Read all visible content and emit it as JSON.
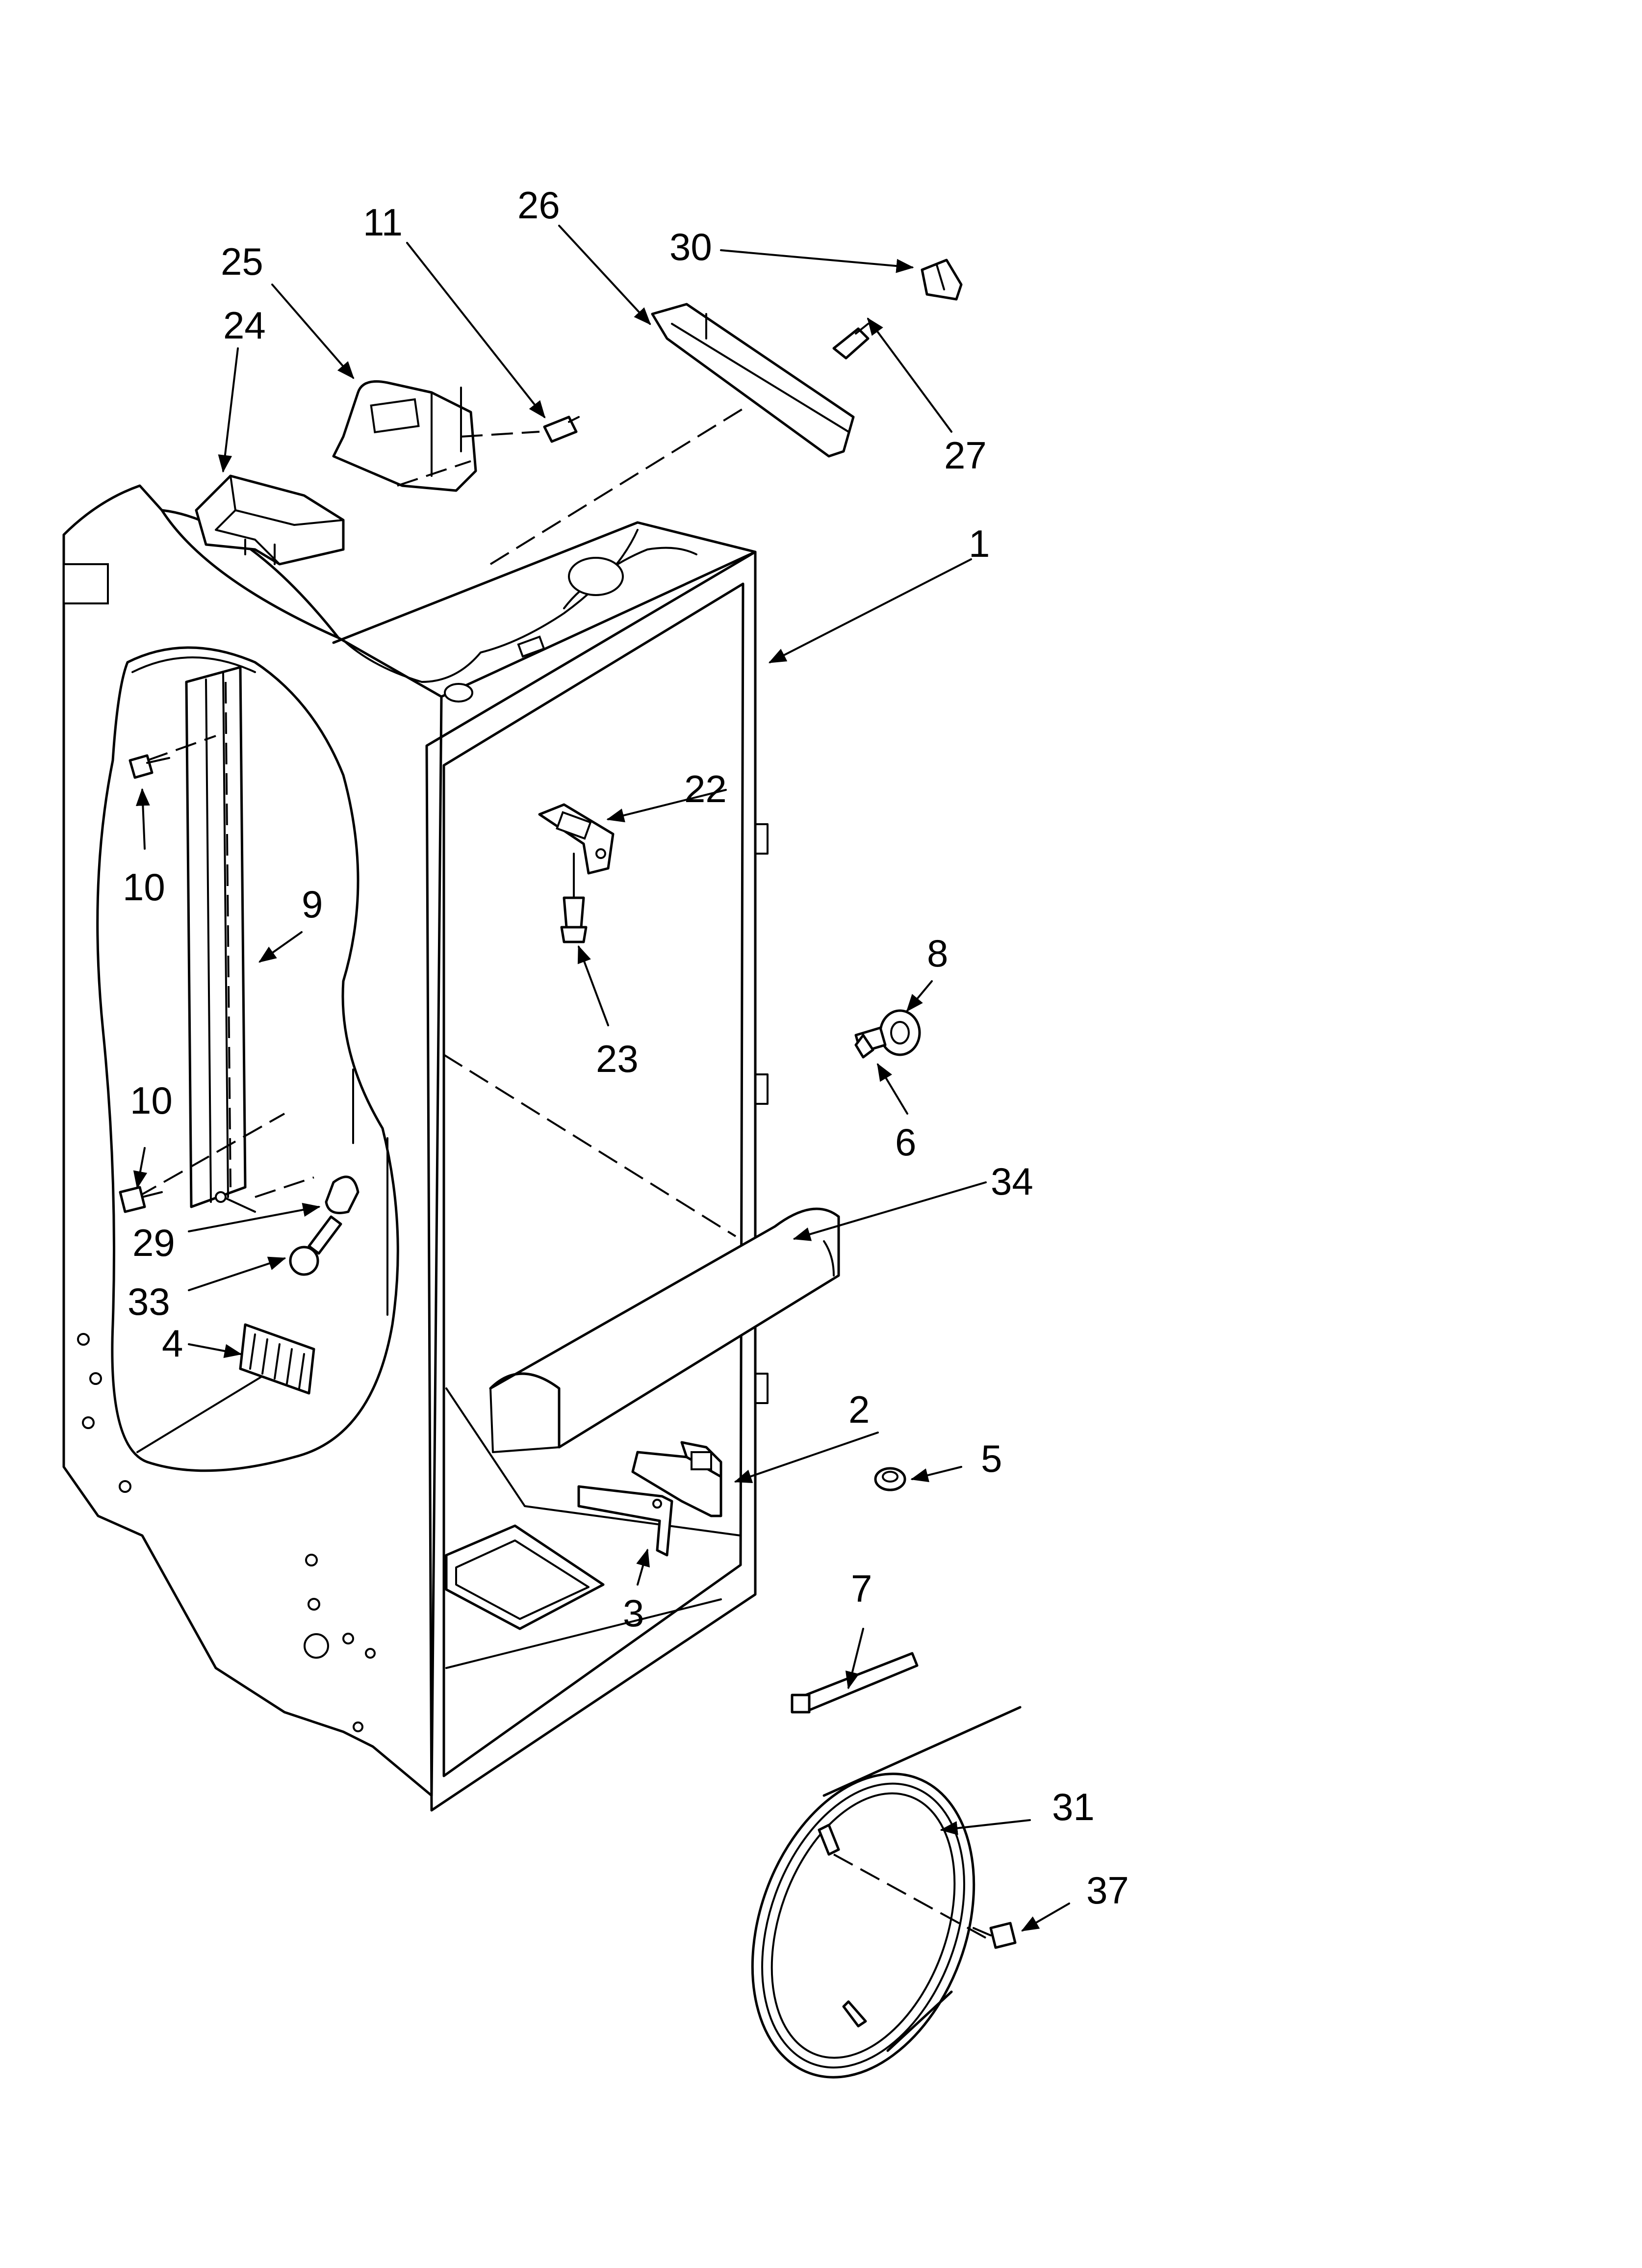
{
  "diagram": {
    "callouts": [
      {
        "id": "c1",
        "label": "1"
      },
      {
        "id": "c2",
        "label": "2"
      },
      {
        "id": "c3",
        "label": "3"
      },
      {
        "id": "c4",
        "label": "4"
      },
      {
        "id": "c5",
        "label": "5"
      },
      {
        "id": "c6",
        "label": "6"
      },
      {
        "id": "c7",
        "label": "7"
      },
      {
        "id": "c8",
        "label": "8"
      },
      {
        "id": "c9",
        "label": "9"
      },
      {
        "id": "c10a",
        "label": "10"
      },
      {
        "id": "c10b",
        "label": "10"
      },
      {
        "id": "c11",
        "label": "11"
      },
      {
        "id": "c22",
        "label": "22"
      },
      {
        "id": "c23",
        "label": "23"
      },
      {
        "id": "c24",
        "label": "24"
      },
      {
        "id": "c25",
        "label": "25"
      },
      {
        "id": "c26",
        "label": "26"
      },
      {
        "id": "c27",
        "label": "27"
      },
      {
        "id": "c29",
        "label": "29"
      },
      {
        "id": "c30",
        "label": "30"
      },
      {
        "id": "c31",
        "label": "31"
      },
      {
        "id": "c33",
        "label": "33"
      },
      {
        "id": "c34",
        "label": "34"
      },
      {
        "id": "c37",
        "label": "37"
      }
    ]
  }
}
